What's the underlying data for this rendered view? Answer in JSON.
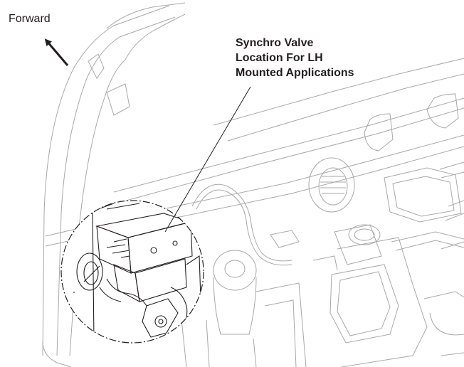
{
  "direction_label": "Forward",
  "callout": {
    "lines": [
      "Synchro Valve",
      "Location For LH",
      "Mounted Applications"
    ]
  },
  "colors": {
    "line_dark": "#231f20",
    "line_light": "#9a9a9a",
    "line_faint": "#c4c4c4",
    "background": "#ffffff"
  }
}
